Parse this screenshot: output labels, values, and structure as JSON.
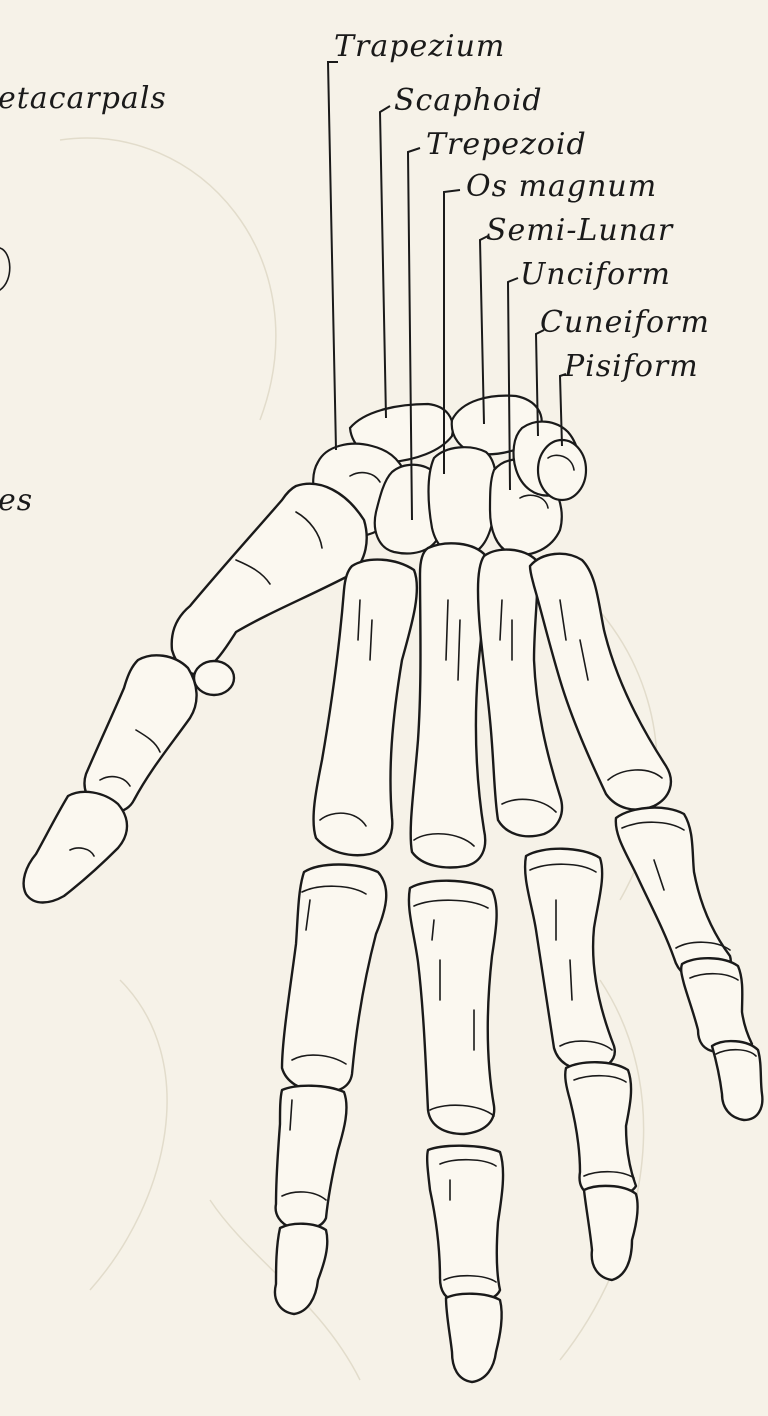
{
  "labels": {
    "trapezium": "Trapezium",
    "scaphoid": "Scaphoid",
    "trapezoid": "Trepezoid",
    "os_magnum": "Os magnum",
    "semi_lunar": "Semi-Lunar",
    "unciform": "Unciform",
    "cuneiform": "Cuneiform",
    "pisiform": "Pisiform"
  },
  "cropped_labels": {
    "metacarpals": "etacarpals",
    "phalanges": "es"
  },
  "colors": {
    "paper": "#f6f2e8",
    "ink": "#1a1a1a"
  }
}
